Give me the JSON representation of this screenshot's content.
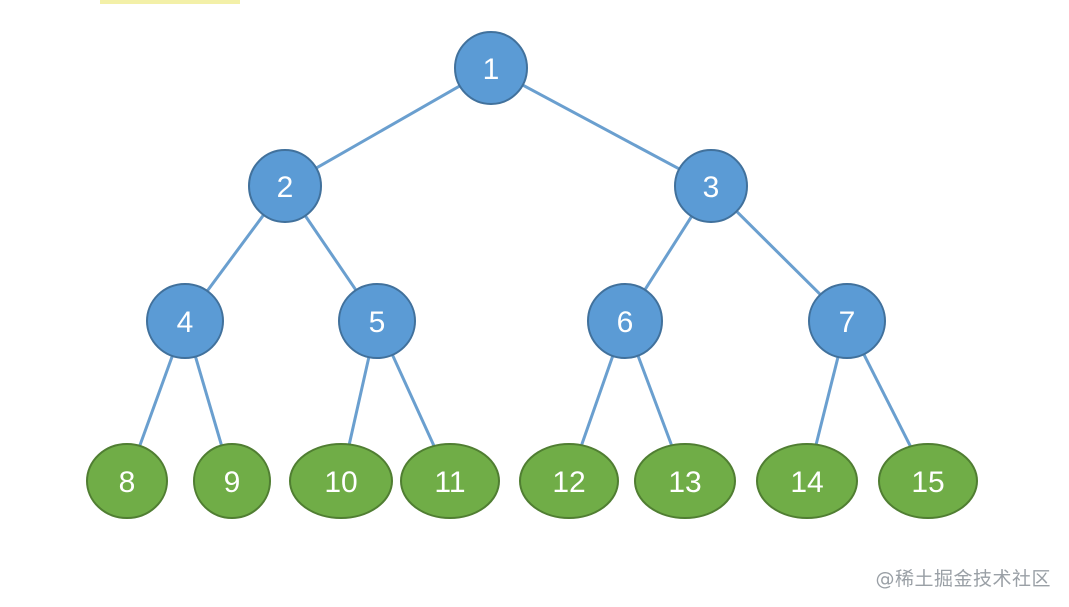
{
  "colors": {
    "internal_fill": "#5b9bd5",
    "internal_stroke": "#41719c",
    "leaf_fill": "#70ad47",
    "leaf_stroke": "#507e32",
    "edge": "#6a9fcf",
    "label": "#ffffff"
  },
  "tree": {
    "nodes": [
      {
        "id": "1",
        "label": "1",
        "kind": "internal"
      },
      {
        "id": "2",
        "label": "2",
        "kind": "internal"
      },
      {
        "id": "3",
        "label": "3",
        "kind": "internal"
      },
      {
        "id": "4",
        "label": "4",
        "kind": "internal"
      },
      {
        "id": "5",
        "label": "5",
        "kind": "internal"
      },
      {
        "id": "6",
        "label": "6",
        "kind": "internal"
      },
      {
        "id": "7",
        "label": "7",
        "kind": "internal"
      },
      {
        "id": "8",
        "label": "8",
        "kind": "leaf"
      },
      {
        "id": "9",
        "label": "9",
        "kind": "leaf"
      },
      {
        "id": "10",
        "label": "10",
        "kind": "leaf"
      },
      {
        "id": "11",
        "label": "11",
        "kind": "leaf"
      },
      {
        "id": "12",
        "label": "12",
        "kind": "leaf"
      },
      {
        "id": "13",
        "label": "13",
        "kind": "leaf"
      },
      {
        "id": "14",
        "label": "14",
        "kind": "leaf"
      },
      {
        "id": "15",
        "label": "15",
        "kind": "leaf"
      }
    ],
    "edges": [
      [
        "1",
        "2"
      ],
      [
        "1",
        "3"
      ],
      [
        "2",
        "4"
      ],
      [
        "2",
        "5"
      ],
      [
        "3",
        "6"
      ],
      [
        "3",
        "7"
      ],
      [
        "4",
        "8"
      ],
      [
        "4",
        "9"
      ],
      [
        "5",
        "10"
      ],
      [
        "5",
        "11"
      ],
      [
        "6",
        "12"
      ],
      [
        "6",
        "13"
      ],
      [
        "7",
        "14"
      ],
      [
        "7",
        "15"
      ]
    ]
  },
  "watermark": "@稀土掘金技术社区"
}
